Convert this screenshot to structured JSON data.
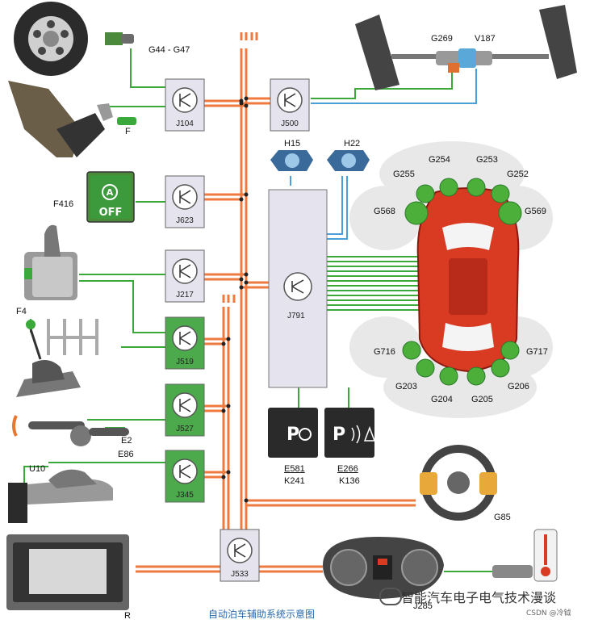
{
  "caption": "自动泊车辅助系统示意图",
  "watermark": {
    "brand": "智能汽车电子电气技术漫谈",
    "source": "CSDN @冷钺"
  },
  "modules": {
    "j104": "J104",
    "j500": "J500",
    "j623": "J623",
    "j217": "J217",
    "j519": "J519",
    "j527": "J527",
    "j345": "J345",
    "j533": "J533",
    "j791": "J791"
  },
  "sensors": {
    "g44_g47": "G44 - G47",
    "f": "F",
    "f416": "F416",
    "f4": "F4",
    "e2": "E2",
    "e86": "E86",
    "u10": "U10",
    "r": "R",
    "g85": "G85",
    "g269": "G269",
    "v187": "V187",
    "h15": "H15",
    "h22": "H22",
    "e581": "E581",
    "k241": "K241",
    "e266": "E266",
    "k136": "K136",
    "j285": "J285"
  },
  "parking_sensors": {
    "g255": "G255",
    "g254": "G254",
    "g253": "G253",
    "g252": "G252",
    "g568": "G568",
    "g569": "G569",
    "g716": "G716",
    "g717": "G717",
    "g203": "G203",
    "g204": "G204",
    "g205": "G205",
    "g206": "G206"
  },
  "icons": {
    "off_button_text": "OFF"
  },
  "colors": {
    "bus": "#f07a3e",
    "signal": "#3aa83a",
    "blue": "#4a9fd8",
    "module": "#e5e3ee",
    "module_green": "#4caa4c",
    "sensor": "#4caf3a",
    "car": "#d83a22"
  }
}
